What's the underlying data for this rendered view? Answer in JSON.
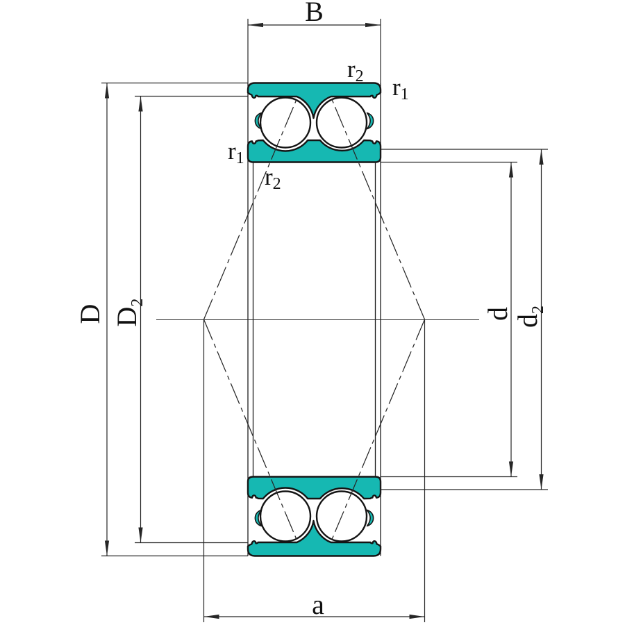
{
  "drawing_title": "double-row-angular-contact-ball-bearing-cross-section",
  "labels": {
    "B": {
      "text": "B"
    },
    "D": {
      "text": "D"
    },
    "D2": {
      "base": "D",
      "sub": "2"
    },
    "d": {
      "text": "d"
    },
    "d2": {
      "base": "d",
      "sub": "2"
    },
    "a": {
      "text": "a"
    },
    "r1": {
      "base": "r",
      "sub": "1"
    },
    "r2": {
      "base": "r",
      "sub": "2"
    }
  },
  "colors": {
    "ring_fill": "#16B8B2",
    "outline": "#141414",
    "dimension_lines": "#262626",
    "background": "#FFFFFF"
  }
}
